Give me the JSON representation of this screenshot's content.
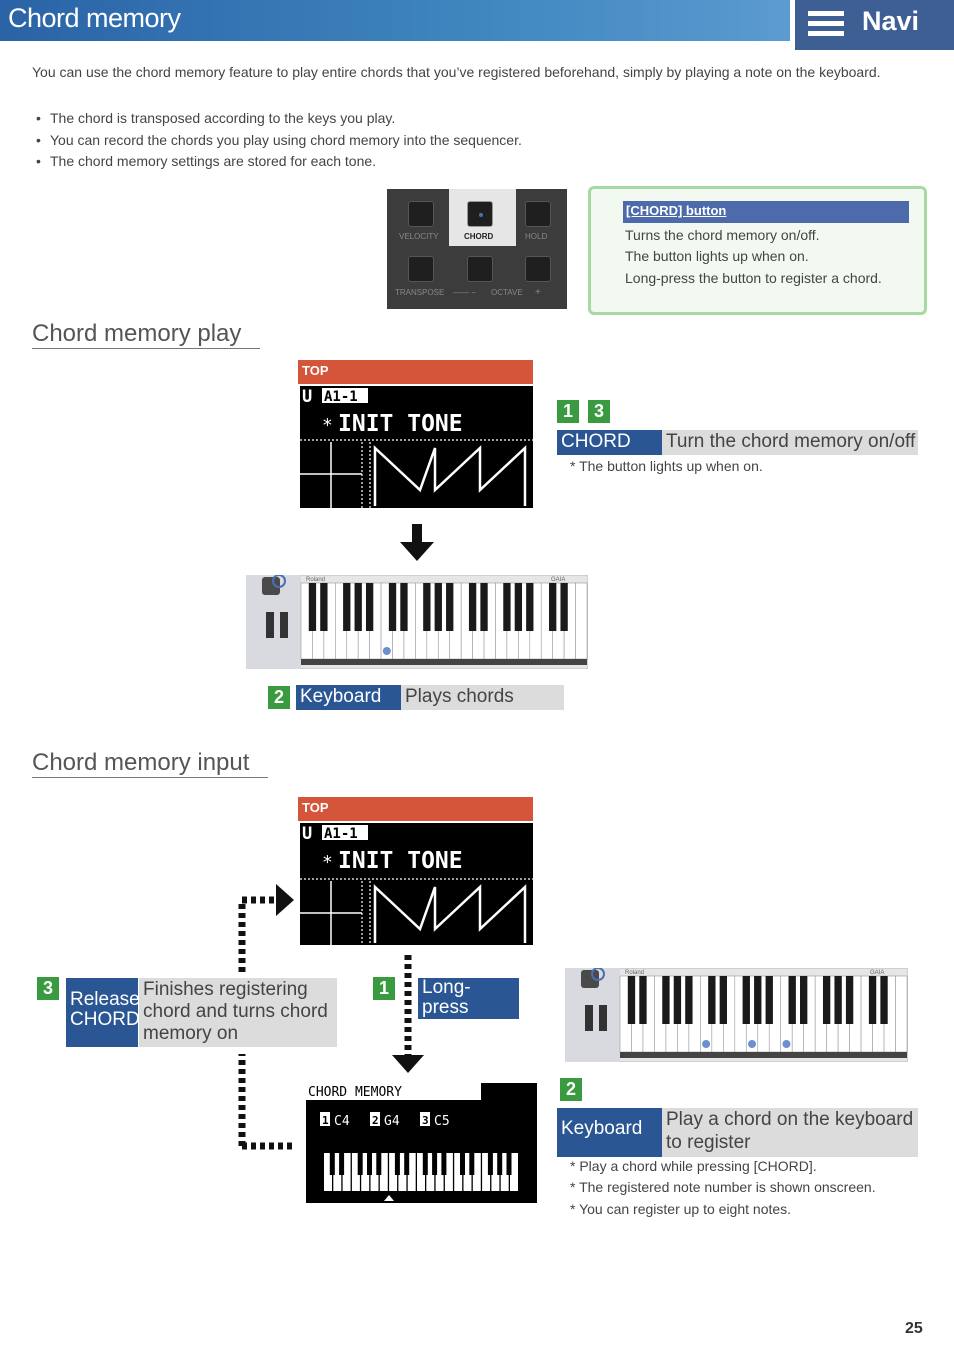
{
  "header": {
    "title": "Chord memory",
    "navi_label": "Navi"
  },
  "intro": {
    "paragraph": "You can use the chord memory feature to play entire chords that you’ve registered beforehand, simply by playing a note on the keyboard.",
    "bullets": [
      "The chord is transposed according to the keys you play.",
      "You can record the chords you play using chord memory into the sequencer.",
      "The chord memory settings are stored for each tone."
    ]
  },
  "panel": {
    "labels": {
      "velocity": "VELOCITY",
      "chord": "CHORD",
      "hold": "HOLD",
      "transpose": "TRANSPOSE",
      "octave": "OCTAVE",
      "minus": "—— −",
      "plus": "+"
    }
  },
  "info_box": {
    "heading": "[CHORD] button",
    "lines": [
      "Turns the chord memory on/off.",
      "The button lights up when on.",
      "Long-press the button to register a chord."
    ]
  },
  "section_play": {
    "heading": "Chord memory play",
    "top_label": "TOP",
    "screen": {
      "patch": "A1-1",
      "tone": "INIT TONE",
      "asterisk": "*",
      "u": "U"
    },
    "steps_badges": [
      "1",
      "3"
    ],
    "chord_label": "CHORD",
    "chord_desc": "Turn the chord memory on/off",
    "chord_note": "*  The button lights up when on.",
    "keyboard_brand": "Roland",
    "keyboard_model": "GAIA",
    "step2_badge": "2",
    "keyboard_label": "Keyboard",
    "keyboard_desc": "Plays chords"
  },
  "section_input": {
    "heading": "Chord memory input",
    "top_label": "TOP",
    "screen": {
      "patch": "A1-1",
      "tone": "INIT TONE",
      "asterisk": "*",
      "u": "U"
    },
    "step3_badge": "3",
    "step3_label": "Release CHORD",
    "step3_desc": "Finishes registering chord and turns chord memory on",
    "step1_badge": "1",
    "step1_label": "Long-press CHORD",
    "memory_screen": {
      "title": "CHORD MEMORY",
      "notes": [
        {
          "n": "1",
          "v": "C4"
        },
        {
          "n": "2",
          "v": "G4"
        },
        {
          "n": "3",
          "v": "C5"
        }
      ]
    },
    "keyboard_brand": "Roland",
    "keyboard_model": "GAIA",
    "step2_badge": "2",
    "keyboard_label": "Keyboard",
    "keyboard_desc": "Play a chord on the keyboard to register",
    "notes": [
      "*  Play a chord while pressing [CHORD].",
      "*  The registered note number is shown onscreen.",
      "*  You can register up to eight notes."
    ]
  },
  "page_number": "25",
  "colors": {
    "header_blue": "#2a63a6",
    "navi": "#3d5f93",
    "badge_green": "#3a9a3f",
    "label_blue": "#2a5694",
    "top_red": "#d5553a",
    "infobox_border": "#a7d9a2"
  }
}
